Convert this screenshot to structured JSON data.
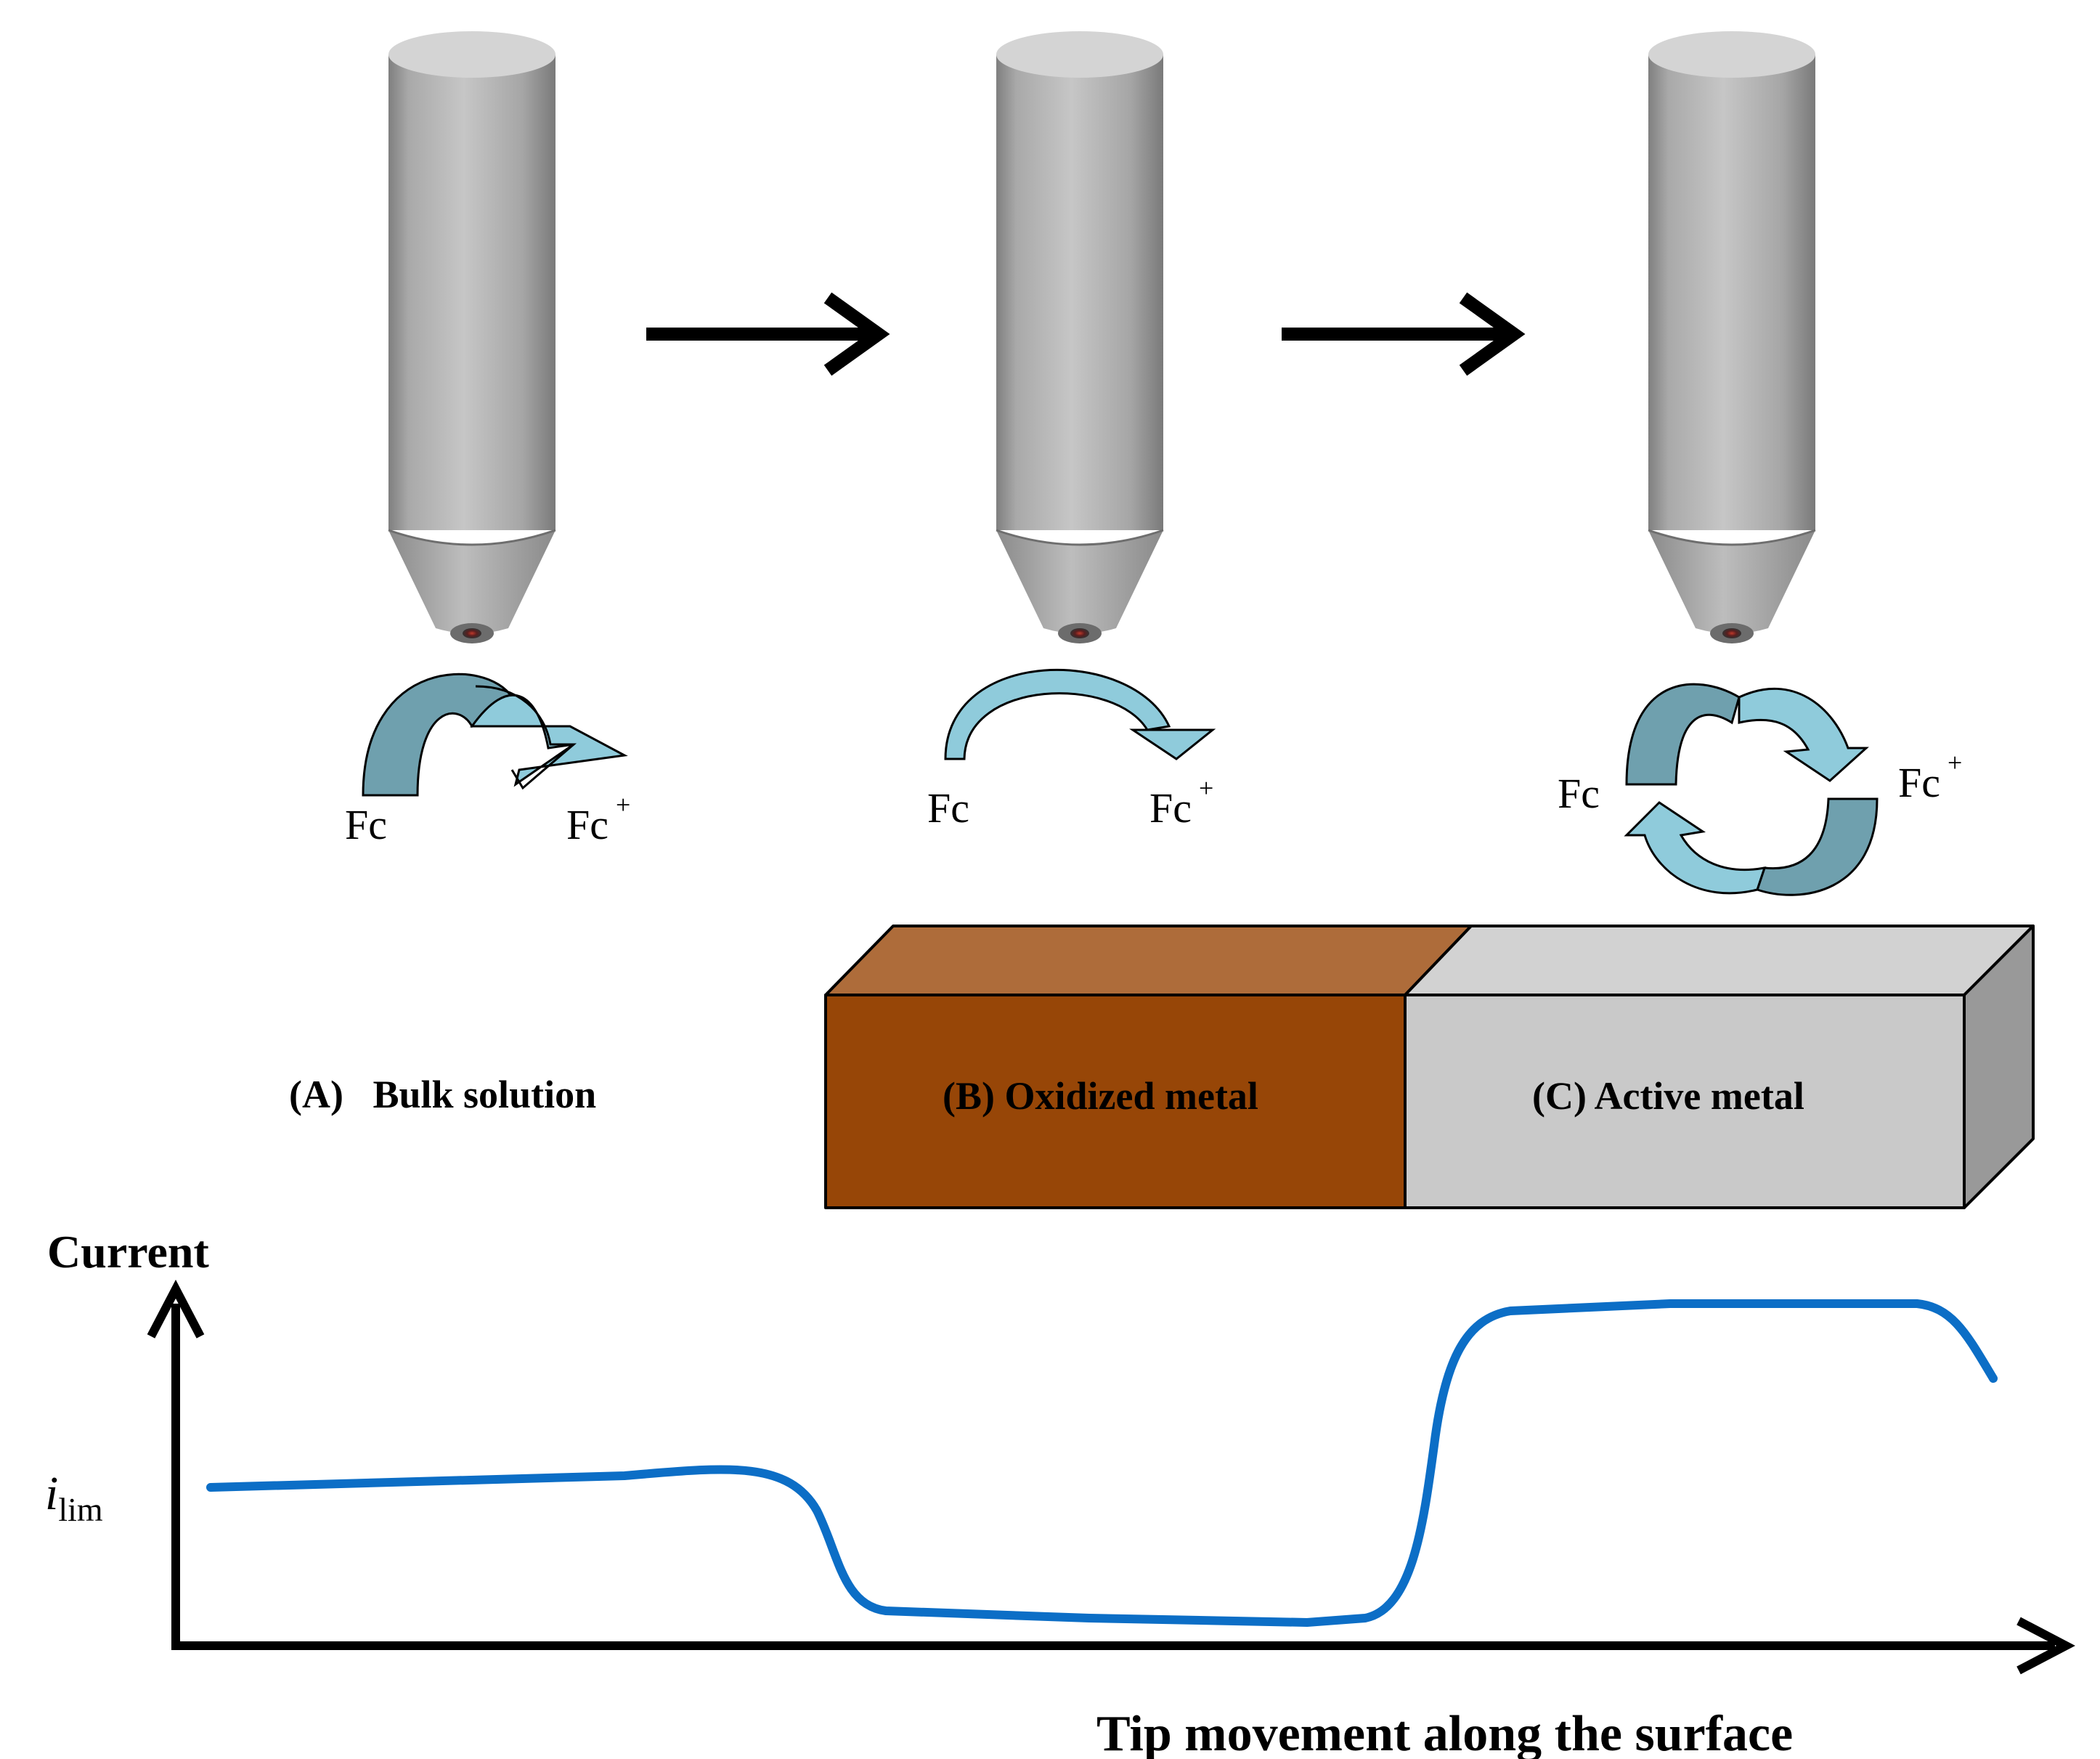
{
  "stages": [
    {
      "id": "A",
      "reactant": "Fc",
      "product": "Fc",
      "product_sup": "+",
      "cycle": "single-large"
    },
    {
      "id": "B",
      "reactant": "Fc",
      "product": "Fc",
      "product_sup": "+",
      "cycle": "single-thin"
    },
    {
      "id": "C",
      "reactant": "Fc",
      "product": "Fc",
      "product_sup": "+",
      "cycle": "regenerative"
    }
  ],
  "labels": {
    "bulk": "(A)   Bulk solution",
    "oxidized": "(B) Oxidized metal",
    "active": "(C) Active metal"
  },
  "graph": {
    "ylabel": "Current",
    "ilim_italic": "i",
    "ilim_sub": "lim",
    "xlabel": "Tip movement along the surface"
  },
  "colors": {
    "oxidized_front": "#974607",
    "oxidized_top": "#ae6c3a",
    "active_front": "#c9c9c9",
    "active_top": "#d2d2d2",
    "active_side": "#999999",
    "arrow_light": "#8fcbdb",
    "arrow_dark": "#6fa0ae",
    "curve": "#0c6ec6",
    "tip": "#b5b5b5"
  }
}
